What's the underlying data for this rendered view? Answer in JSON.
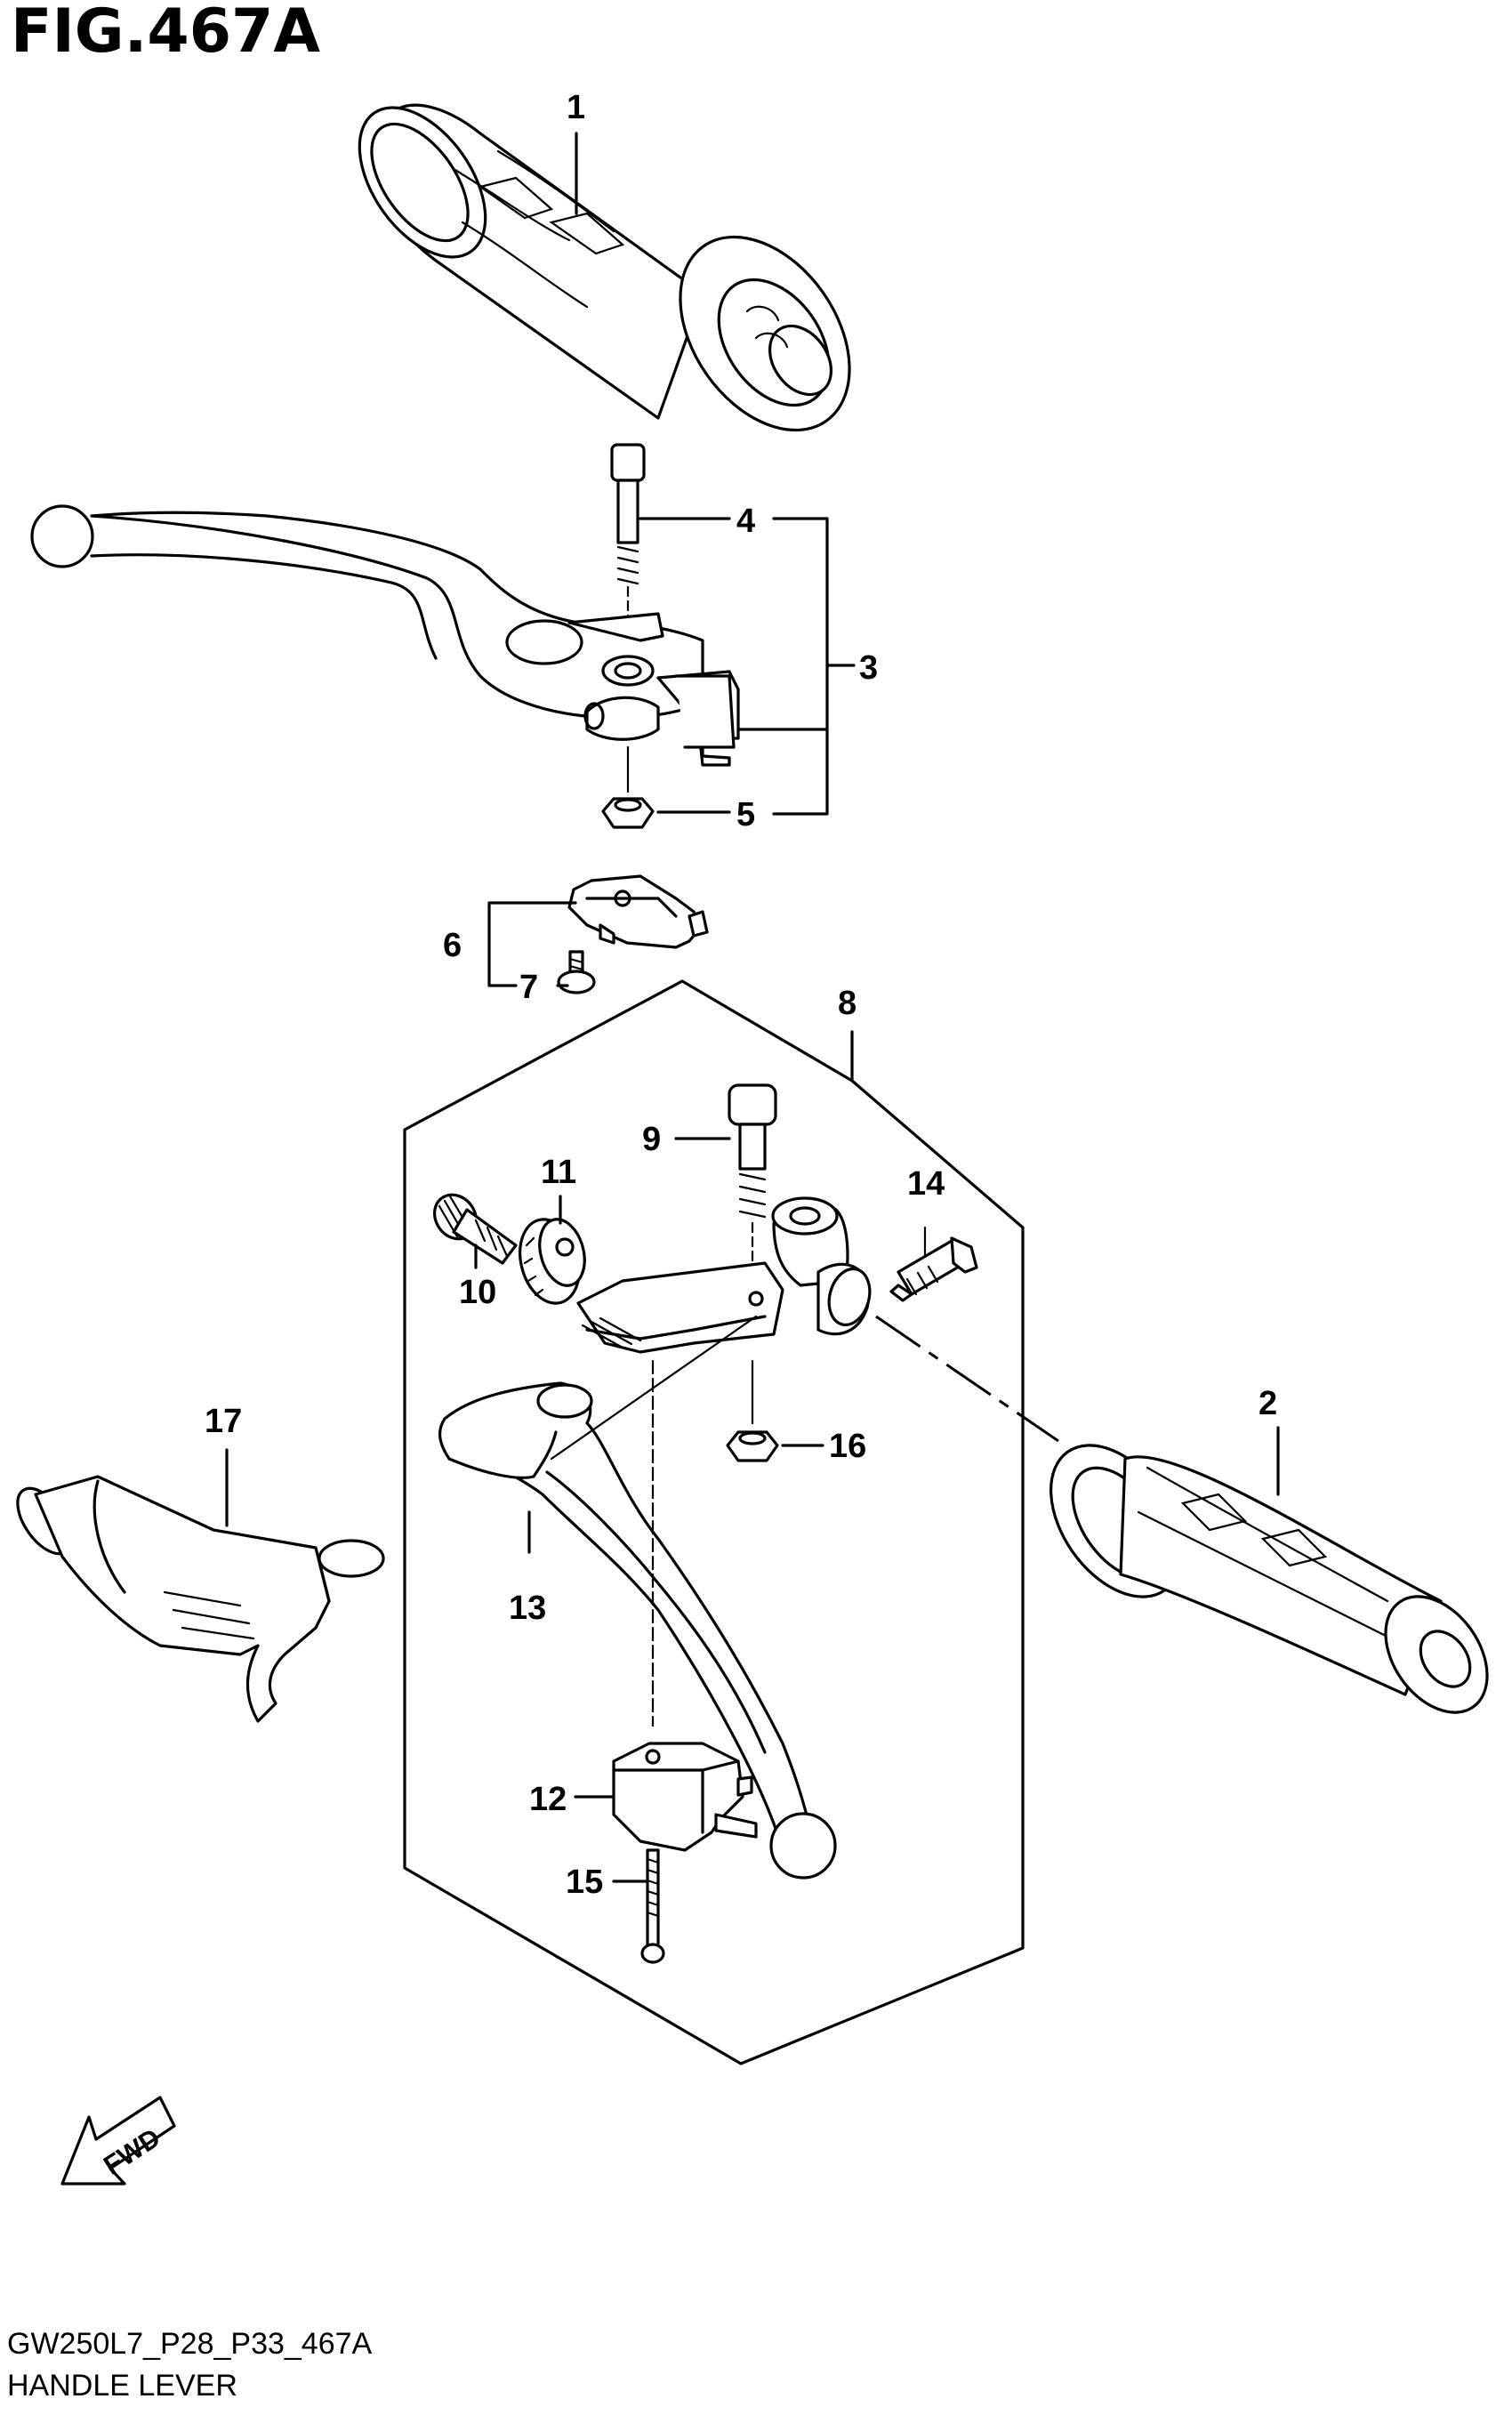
{
  "figure": {
    "title": "FIG.467A",
    "code": "GW250L7_P28_P33_467A",
    "name": "HANDLE LEVER",
    "fwd_label": "FWD"
  },
  "callouts": [
    "1",
    "2",
    "3",
    "4",
    "5",
    "6",
    "7",
    "8",
    "9",
    "10",
    "11",
    "12",
    "13",
    "14",
    "15",
    "16",
    "17"
  ],
  "parts": [
    {
      "icon": "handlebar-grip-left-icon"
    },
    {
      "icon": "handlebar-grip-right-icon"
    },
    {
      "icon": "brake-lever-assembly-icon"
    },
    {
      "icon": "pivot-bolt-icon"
    },
    {
      "icon": "lock-nut-icon"
    },
    {
      "icon": "brake-switch-icon"
    },
    {
      "icon": "switch-screw-icon"
    },
    {
      "icon": "clutch-lever-assembly-icon"
    },
    {
      "icon": "clutch-pivot-bolt-icon"
    },
    {
      "icon": "adjuster-bolt-icon"
    },
    {
      "icon": "adjuster-wheel-icon"
    },
    {
      "icon": "clutch-switch-icon"
    },
    {
      "icon": "clutch-lever-icon"
    },
    {
      "icon": "holder-bolt-icon"
    },
    {
      "icon": "switch-screw-long-icon"
    },
    {
      "icon": "clutch-nut-icon"
    },
    {
      "icon": "lever-guard-icon"
    }
  ],
  "colors": {
    "ink": "#000000",
    "paper": "#ffffff"
  }
}
